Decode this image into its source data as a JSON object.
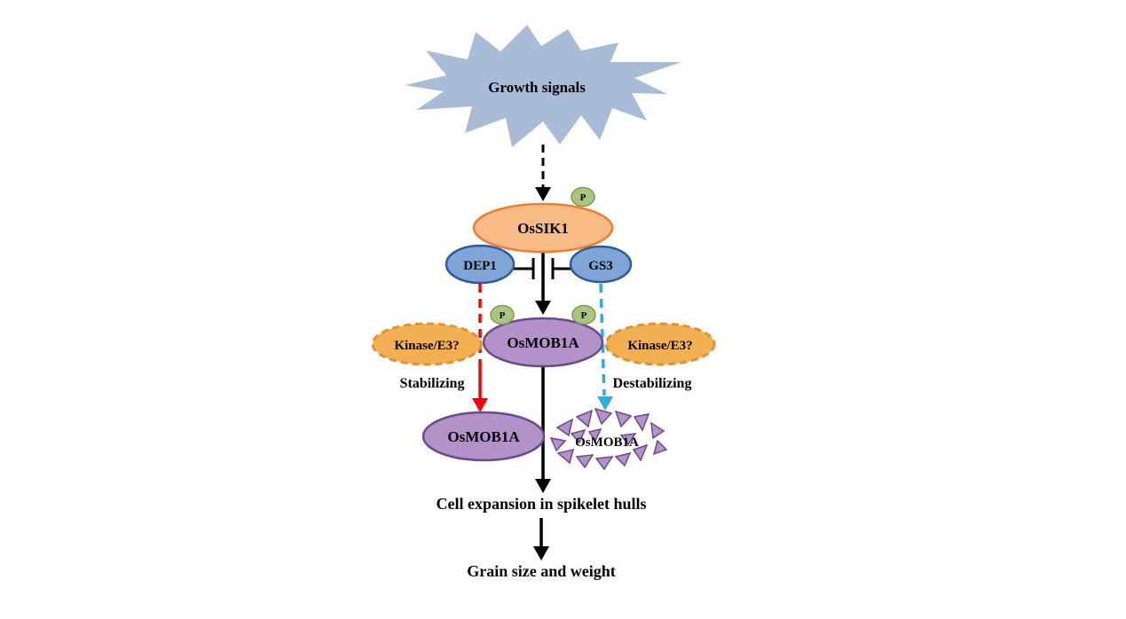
{
  "diagram": {
    "growth_signals_label": "Growth signals",
    "phospho_label": "P",
    "nodes": {
      "ossik1": "OsSIK1",
      "dep1": "DEP1",
      "gs3": "GS3",
      "osmob1a": "OsMOB1A",
      "kinase_left": "Kinase/E3?",
      "kinase_right": "Kinase/E3?",
      "osmob1a_stable": "OsMOB1A",
      "osmob1a_fragmented": "OsMOB1A"
    },
    "annotations": {
      "stabilizing": "Stabilizing",
      "destabilizing": "Destabilizing"
    },
    "outcomes": {
      "cell_expansion": "Cell expansion in spikelet hulls",
      "grain_size": "Grain size and weight"
    },
    "colors": {
      "starburst": "#a8bcd8",
      "ossik1_fill": "#f8bb86",
      "ossik1_stroke": "#ed7d31",
      "receptor_fill": "#7fa5d6",
      "receptor_stroke": "#30599c",
      "mob_fill": "#b292c9",
      "mob_stroke": "#6a4a8e",
      "kinase_fill": "#f3b052",
      "kinase_stroke": "#e0922f",
      "phospho_fill": "#abc57e",
      "phospho_stroke": "#7f9b4e",
      "arrow_black": "#000000",
      "arrow_red": "#ff0000",
      "arrow_cyan": "#2bace3"
    }
  }
}
